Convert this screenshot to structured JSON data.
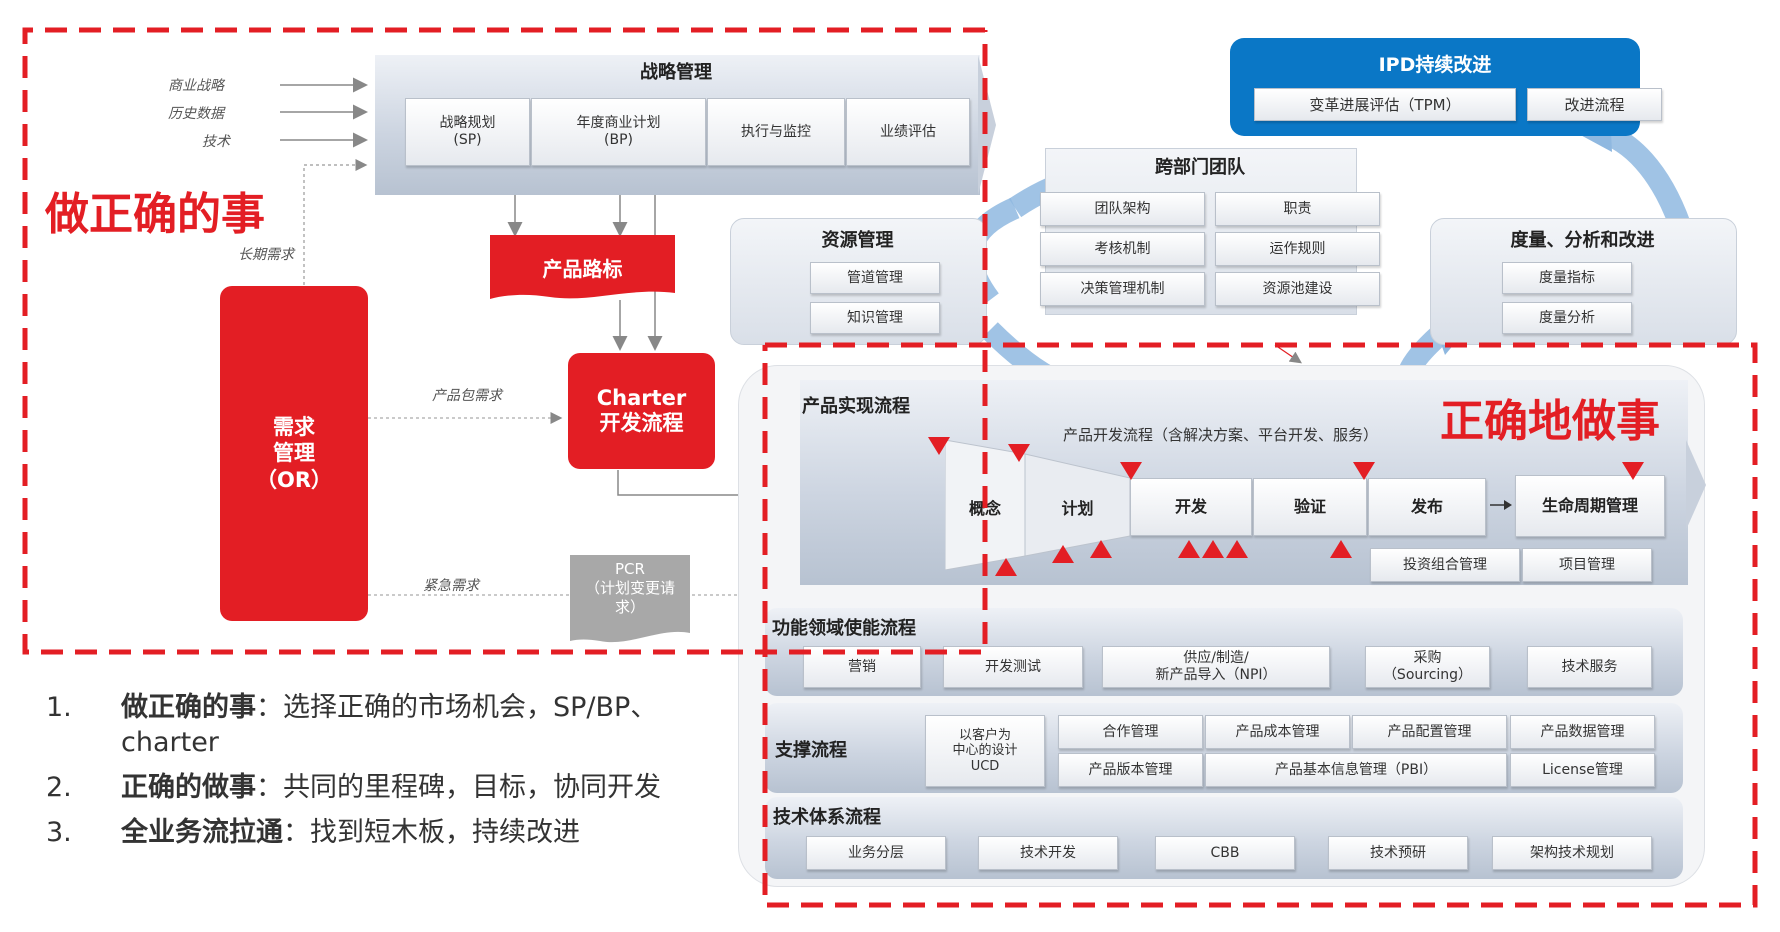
{
  "strategy": {
    "title": "战略管理",
    "inputs": [
      "商业战略",
      "历史数据",
      "技术"
    ],
    "cells": [
      "战略规划\n(SP)",
      "年度商业计划\n(BP)",
      "执行与监控",
      "业绩评估"
    ]
  },
  "do_right": "做正确的事",
  "do_right_way": "正确地做事",
  "long_term": "长期需求",
  "roadmap": "产品路标",
  "demand": "需求\n管理\n（OR）",
  "product_package": "产品包需求",
  "charter": "Charter\n开发流程",
  "urgent": "紧急需求",
  "pcr": "PCR\n（计划变更请\n求）",
  "ipd": {
    "title": "IPD持续改进",
    "cells": [
      "变革进展评估（TPM）",
      "改进流程"
    ]
  },
  "cross_team": {
    "title": "跨部门团队",
    "cells": [
      "团队架构",
      "职责",
      "考核机制",
      "运作规则",
      "决策管理机制",
      "资源池建设"
    ]
  },
  "resource": {
    "title": "资源管理",
    "cells": [
      "管道管理",
      "知识管理"
    ]
  },
  "measure": {
    "title": "度量、分析和改进",
    "cells": [
      "度量指标",
      "度量分析"
    ]
  },
  "realization": {
    "title": "产品实现流程",
    "subtitle": "产品开发流程（含解决方案、平台开发、服务）",
    "phases": [
      "概念",
      "计划",
      "开发",
      "验证",
      "发布"
    ],
    "lifecycle": "生命周期管理",
    "sub_cells": [
      "投资组合管理",
      "项目管理"
    ]
  },
  "functional": {
    "title": "功能领域使能流程",
    "cells": [
      "营销",
      "开发测试",
      "供应/制造/\n新产品导入（NPI）",
      "采购\n（Sourcing）",
      "技术服务"
    ]
  },
  "support": {
    "title": "支撑流程",
    "ucd": "以客户为\n中心的设计\nUCD",
    "cells": [
      "合作管理",
      "产品成本管理",
      "产品配置管理",
      "产品数据管理",
      "产品版本管理",
      "产品基本信息管理（PBI）",
      "License管理"
    ]
  },
  "tech": {
    "title": "技术体系流程",
    "cells": [
      "业务分层",
      "技术开发",
      "CBB",
      "技术预研",
      "架构技术规划"
    ]
  },
  "legend": [
    {
      "num": "1.",
      "bold": "做正确的事",
      "text": "：选择正确的市场机会，SP/BP、",
      "text2": "charter"
    },
    {
      "num": "2.",
      "bold": "正确的做事",
      "text": "：共同的里程碑，目标，协同开发"
    },
    {
      "num": "3.",
      "bold": "全业务流拉通",
      "text": "：找到短木板，持续改进"
    }
  ],
  "colors": {
    "red": "#e31e24",
    "blue": "#0a77c6",
    "arrow_blue": "#8fb8e0"
  }
}
